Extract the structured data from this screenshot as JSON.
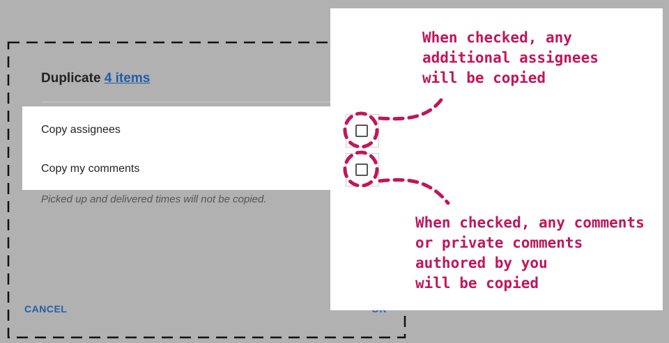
{
  "dialog": {
    "title_prefix": "Duplicate",
    "title_link": "4 items",
    "options": [
      {
        "label": "Copy assignees"
      },
      {
        "label": "Copy my comments"
      }
    ],
    "note": "Picked up and delivered times will not be copied.",
    "cancel_label": "CANCEL",
    "ok_label": "OK"
  },
  "annotations": {
    "assignees_lines": [
      "When checked, any",
      "additional assignees",
      "will be copied"
    ],
    "comments_lines": [
      "When checked, any comments",
      "or private comments",
      "authored by you",
      "will be copied"
    ]
  },
  "colors": {
    "overlay": "#b1b1b1",
    "accent": "#1f5fa8",
    "annotation": "#c0165a"
  }
}
